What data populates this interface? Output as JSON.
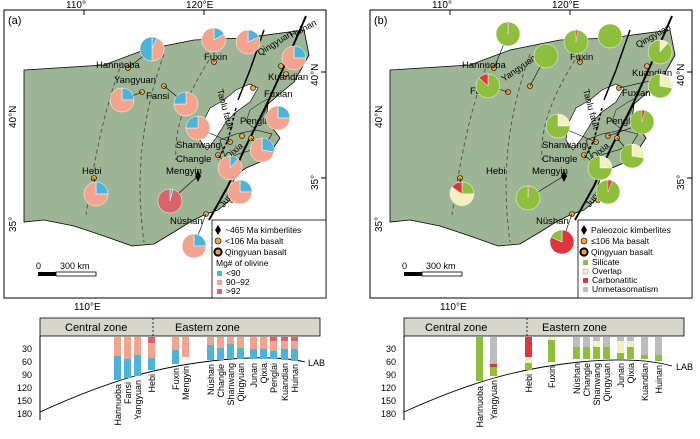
{
  "colors": {
    "land": "#9db594",
    "sea": "#ffffff",
    "mg_low": "#4eb3d9",
    "mg_mid": "#f2a48e",
    "mg_high": "#d9636b",
    "silicate": "#8dbf3d",
    "overlap": "#f3efbe",
    "carbonatitic": "#e0353a",
    "unmetasomatism": "#bdbdbd",
    "station": "#f4a23a",
    "header_bar": "#d6d6cc"
  },
  "panel_a": {
    "label": "(a)",
    "lon_labels": [
      "110°",
      "120°E",
      "110°E"
    ],
    "lat_labels": [
      "40°N",
      "35°",
      "40°N",
      "35°"
    ],
    "fault_label": "Tanlu fault",
    "scale_label": "300 km",
    "scale_zero": "0",
    "places": [
      "Hannuoba",
      "Yangyuan",
      "Fansi",
      "Fuxin",
      "Qingyuan",
      "Huinan",
      "Kuandian",
      "Fuxian",
      "Penglai",
      "Shanwang",
      "Qixia",
      "Changle",
      "Mengyin",
      "Hebi",
      "Junan",
      "Nüshan"
    ],
    "legend": {
      "sym1": "~465 Ma kimberlites",
      "sym2": "<106 Ma basalt",
      "sym3": "Qingyuan basalt",
      "mg_title": "Mg# of olivine",
      "mg1": "<90",
      "mg2": "90–92",
      "mg3": ">92"
    }
  },
  "panel_b": {
    "label": "(b)",
    "lon_labels": [
      "110°",
      "120°E",
      "110°E"
    ],
    "lat_labels": [
      "40°N",
      "35°",
      "40°N",
      "35°"
    ],
    "fault_label": "Tanlu fault",
    "scale_label": "300 km",
    "scale_zero": "0",
    "places": [
      "Hannuoba",
      "Yangyuan",
      "Fansi",
      "Fuxin",
      "Qingyuan",
      "Kuandian",
      "Fuxian",
      "Penglai",
      "Shanwang",
      "Qixia",
      "Changle",
      "Mengyin",
      "Hebi",
      "Junan",
      "Nüshan"
    ],
    "legend": {
      "sym1": "Paleozoic kimberlites",
      "sym2": "≤106 Ma basalt",
      "sym3": "Qingyuan basalt",
      "c1": "Silicate",
      "c2": "Overlap",
      "c3": "Carbonatitic",
      "c4": "Unmetasomatism"
    }
  },
  "section_a": {
    "central": "Central zone",
    "eastern": "Eastern zone",
    "depths": [
      "30",
      "60",
      "90",
      "120",
      "150",
      "180"
    ],
    "lab": "LAB",
    "columns": [
      "Hannuoba",
      "Fansi",
      "Yangyuan",
      "Hebi",
      "Fuxin",
      "Mengyin",
      "Nüshan",
      "Changle",
      "Shanwang",
      "Qingyuan",
      "Junan",
      "Qixia",
      "Penglai",
      "Kuandian",
      "Huinan"
    ]
  },
  "section_b": {
    "central": "Central zone",
    "eastern": "Eastern zone",
    "depths": [
      "30",
      "60",
      "90",
      "120",
      "150",
      "180"
    ],
    "lab": "LAB",
    "columns": [
      "Hannuoba",
      "Yangyuan",
      "Hebi",
      "Fuxin",
      "Nüshan",
      "Changle",
      "Shanwang",
      "Qingyuan",
      "Junan",
      "Qixia",
      "Kuandian",
      "Huinan"
    ]
  }
}
